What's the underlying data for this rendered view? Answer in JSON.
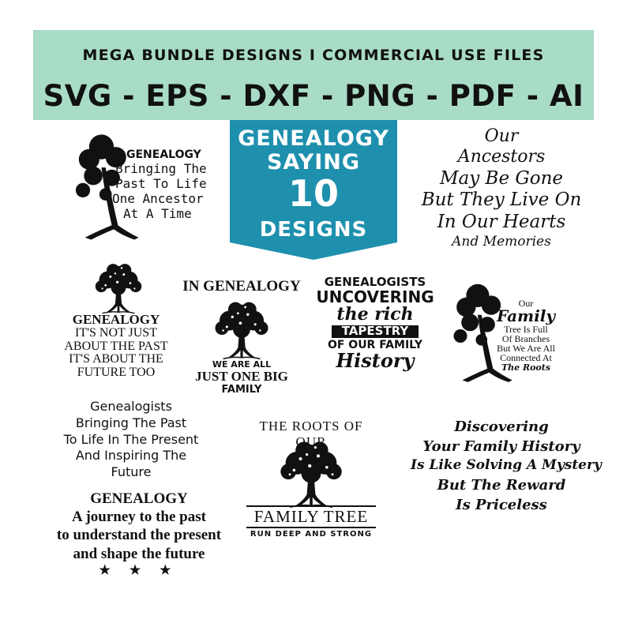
{
  "banner": {
    "subtitle": "MEGA BUNDLE DESIGNS I COMMERCIAL USE FILES",
    "formats": "SVG - EPS - DXF - PNG - PDF - AI",
    "bg_color": "#a9dcc6"
  },
  "flag": {
    "line1": "GENEALOGY",
    "line2": "SAYING",
    "count": "10",
    "line3": "DESIGNS",
    "color": "#1e90ad"
  },
  "designs": {
    "d1": {
      "title": "GENEALOGY",
      "l1": "Bringing The",
      "l2": "Past To Life",
      "l3": "One Ancestor",
      "l4": "At A Time"
    },
    "d2": {
      "l1": "Our",
      "l2": "Ancestors",
      "l3": "May Be Gone",
      "l4": "But They Live On",
      "l5": "In Our Hearts",
      "l6": "And Memories"
    },
    "d3": {
      "l1": "GENEALOGY",
      "l2": "IT'S NOT JUST",
      "l3": "ABOUT THE PAST",
      "l4": "IT'S ABOUT THE",
      "l5": "FUTURE TOO"
    },
    "d4": {
      "arc": "IN GENEALOGY",
      "l1": "WE ARE ALL",
      "l2": "JUST ONE BIG",
      "l3": "FAMILY"
    },
    "d5": {
      "l1": "GENEALOGISTS",
      "l2": "UNCOVERING",
      "l3": "the rich",
      "l4": "TAPESTRY",
      "l5": "OF OUR FAMILY",
      "l6": "History"
    },
    "d6": {
      "l1": "Our",
      "l2": "Family",
      "l3": "Tree Is Full",
      "l4": "Of Branches",
      "l5": "But We Are All",
      "l6": "Connected At",
      "l7": "The Roots"
    },
    "d7": {
      "l1": "Genealogists",
      "l2": "Bringing The Past",
      "l3": "To Life In The Present",
      "l4": "And Inspiring The",
      "l5": "Future"
    },
    "d8": {
      "arc": "THE ROOTS OF OUR",
      "l1": "FAMILY TREE",
      "l2": "RUN DEEP AND STRONG"
    },
    "d9": {
      "l1": "Discovering",
      "l2": "Your Family History",
      "l3": "Is Like Solving A Mystery",
      "l4": "But The Reward",
      "l5": "Is Priceless"
    },
    "d10": {
      "l1": "GENEALOGY",
      "l2": "A journey to the past",
      "l3": "to understand the present",
      "l4": "and shape the future",
      "stars": "★ ★ ★"
    }
  }
}
